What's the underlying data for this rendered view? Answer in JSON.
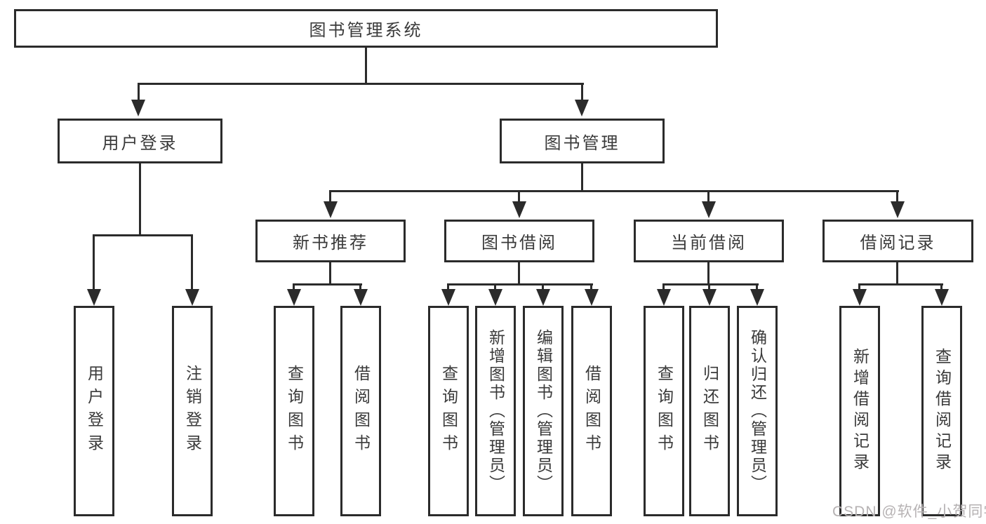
{
  "tree": {
    "label": "图书管理系统",
    "children": [
      {
        "label": "用户登录",
        "children": [
          {
            "label": "用户登录"
          },
          {
            "label": "注销登录"
          }
        ]
      },
      {
        "label": "图书管理",
        "children": [
          {
            "label": "新书推荐",
            "children": [
              {
                "label": "查询图书"
              },
              {
                "label": "借阅图书"
              }
            ]
          },
          {
            "label": "图书借阅",
            "children": [
              {
                "label": "查询图书"
              },
              {
                "label": "新增图书（管理员）"
              },
              {
                "label": "编辑图书（管理员）"
              },
              {
                "label": "借阅图书"
              }
            ]
          },
          {
            "label": "当前借阅",
            "children": [
              {
                "label": "查询图书"
              },
              {
                "label": "归还图书"
              },
              {
                "label": "确认归还（管理员）"
              }
            ]
          },
          {
            "label": "借阅记录",
            "children": [
              {
                "label": "新增借阅记录"
              },
              {
                "label": "查询借阅记录"
              }
            ]
          }
        ]
      }
    ]
  },
  "watermark": {
    "text": "CSDN @软件_小贺同学"
  },
  "colors": {
    "line": "#2b2b2b",
    "text": "#3a3a3a",
    "background": "#ffffff",
    "watermark": "#b6b2b3"
  }
}
